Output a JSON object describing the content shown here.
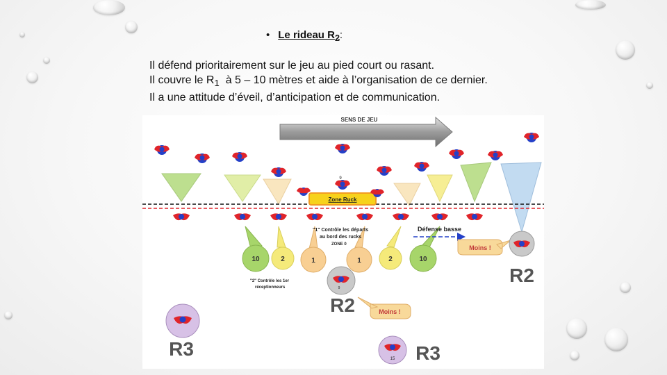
{
  "slide": {
    "bullet": "•",
    "heading_prefix": "Le rideau R",
    "heading_sub": "2",
    "heading_suffix": ":",
    "lines": {
      "l1": "Il défend prioritairement sur le jeu au pied court ou rasant.",
      "l2_a": "Il couvre le R",
      "l2_sub": "1",
      "l2_b": "  à 5 – 10 mètres et aide à l’organisation de ce dernier.",
      "l3": "Il a une attitude d’éveil, d’anticipation et de communication."
    }
  },
  "diagram": {
    "sens_de_jeu": "SENS DE JEU",
    "zone_ruck": "Zone Ruck",
    "player_9_top": "9",
    "note1_a": "\"1\" Contrôle les départs",
    "note1_b": "au bord des rucks",
    "note1_c": "ZONE 0",
    "defense_basse": "Défense basse",
    "moins_1": "Moins !",
    "moins_2": "Moins !",
    "note2_a": "\"2\" Contrôle les 1er",
    "note2_b": "réceptionneurs",
    "circles": [
      "10",
      "2",
      "1",
      "1",
      "2",
      "10"
    ],
    "r2_right": "R2",
    "r2_center": "R2",
    "r3_left": "R3",
    "r3_bottom": "R3",
    "player_9_mid": "9",
    "player_15": "15",
    "colors": {
      "player_red": "#e0242a",
      "player_blue": "#2440c8",
      "ruck_orange": "#f29b21",
      "ruck_yellow": "#f7d21b",
      "green": "#a7d56a",
      "yellow": "#f5ea7a",
      "orange_light": "#f8cf93",
      "blue_light": "#b8d5ef",
      "grey": "#c9c9c9",
      "purple": "#d7c1e6"
    }
  }
}
